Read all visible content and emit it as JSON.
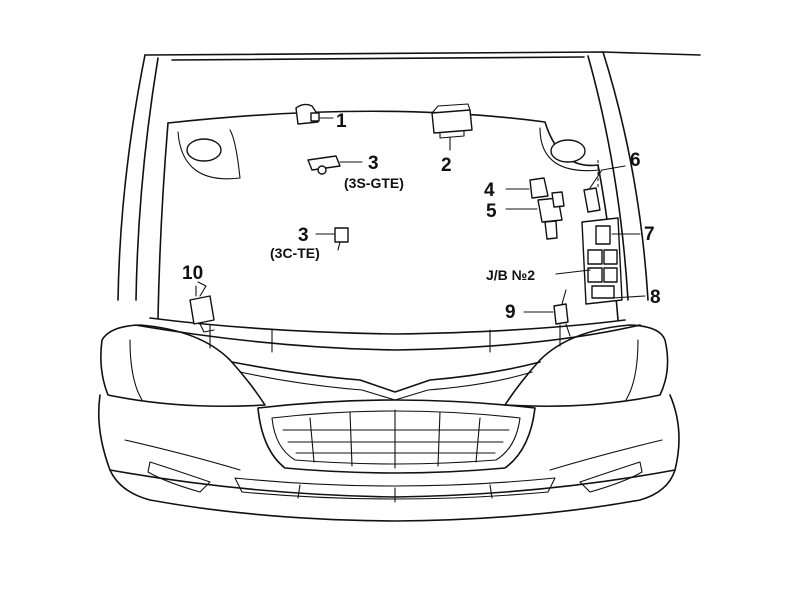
{
  "labels": {
    "c1": "1",
    "c2": "2",
    "c3a": "3",
    "c3a_note": "(3S-GTE)",
    "c3b": "3",
    "c3b_note": "(3C-TE)",
    "c4": "4",
    "c5": "5",
    "c6": "6",
    "c7": "7",
    "jb": "J/B №2",
    "c8": "8",
    "c9": "9",
    "c10": "10"
  }
}
